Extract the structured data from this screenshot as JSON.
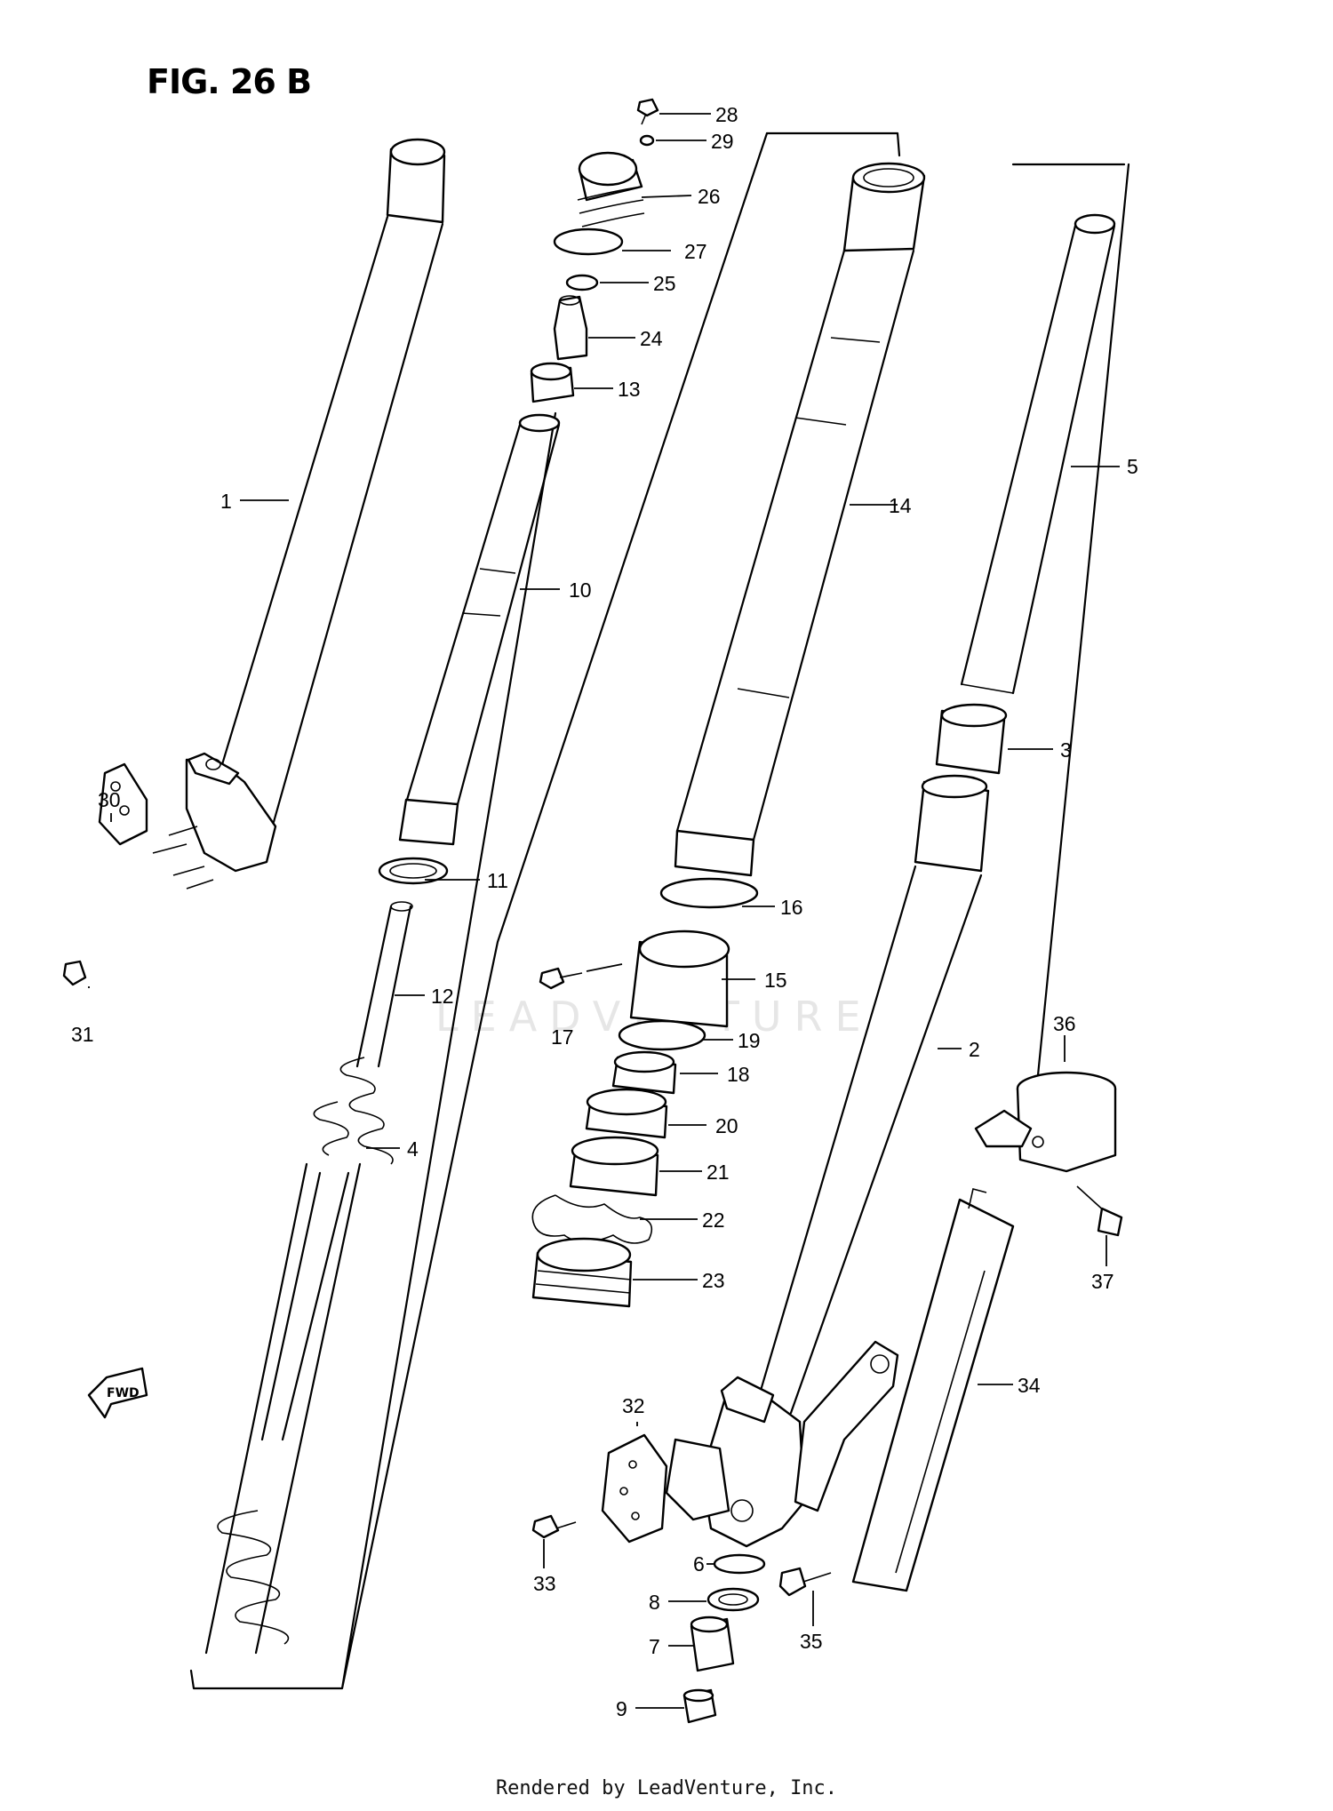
{
  "figure": {
    "title": "FIG. 26 B"
  },
  "watermark": "LEADVENTURE",
  "footer": "Rendered by LeadVenture, Inc.",
  "callouts": [
    "1",
    "2",
    "3",
    "4",
    "5",
    "6",
    "7",
    "8",
    "9",
    "10",
    "11",
    "12",
    "13",
    "14",
    "15",
    "16",
    "17",
    "18",
    "19",
    "20",
    "21",
    "22",
    "23",
    "24",
    "25",
    "26",
    "27",
    "28",
    "29",
    "30",
    "31",
    "32",
    "33",
    "34",
    "35",
    "36",
    "37"
  ],
  "fwd_arrow": {
    "label": "FWD",
    "icon": "fwd-arrow-icon"
  }
}
